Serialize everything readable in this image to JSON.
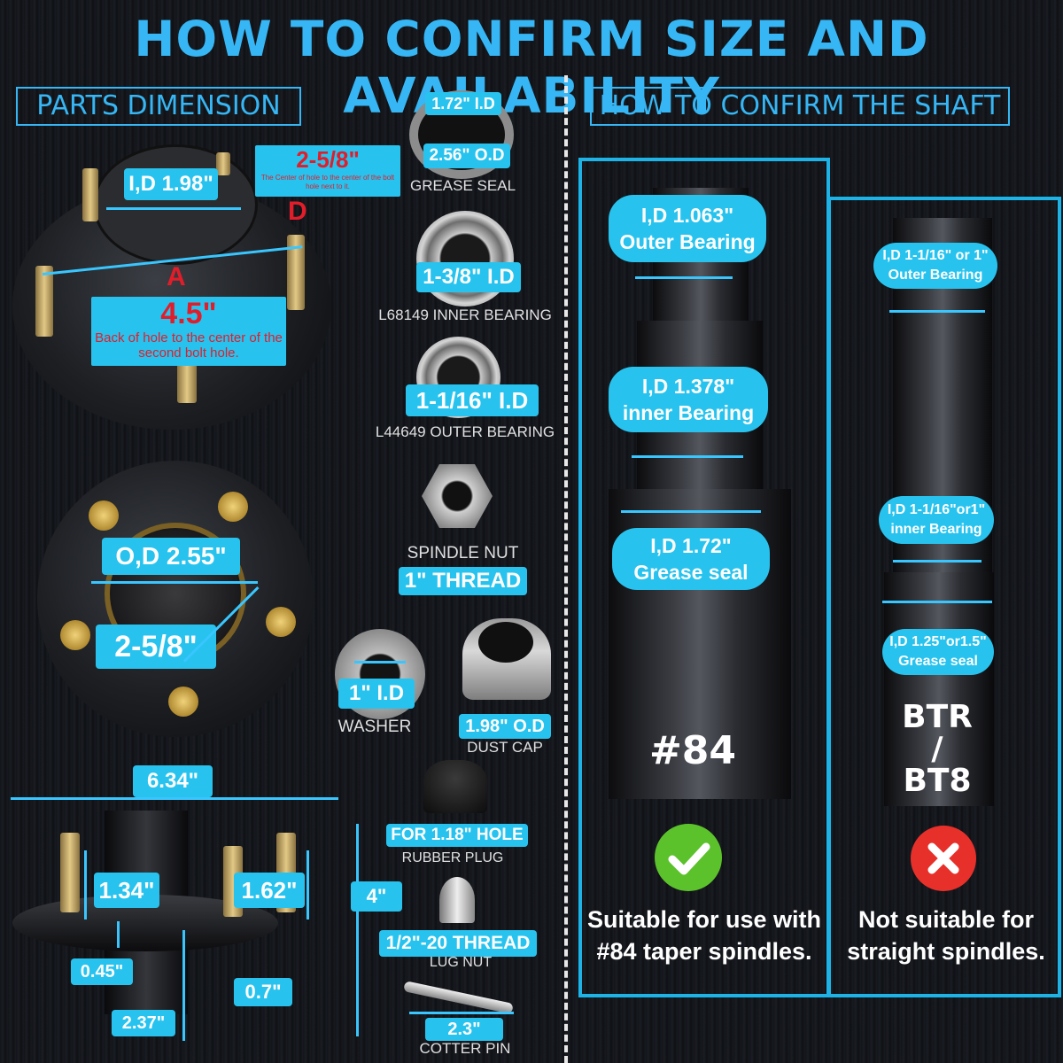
{
  "title": "HOW TO CONFIRM SIZE AND AVAILABILITY",
  "left": {
    "heading": "PARTS DIMENSION",
    "hub_top": {
      "id_label": "I,D 1.98\"",
      "bolt_label": "2-5/8\"",
      "bolt_note": "The Center of hole to the center of the bolt hole next to it.",
      "letter_d": "D",
      "letter_a": "A",
      "bolt_circle": "4.5\"",
      "bolt_circle_note": "Back of hole to the center of the second bolt hole."
    },
    "hub_back": {
      "od_label": "O,D 2.55\"",
      "bolt_label": "2-5/8\""
    },
    "hub_side": {
      "width": "6.34\"",
      "height": "4\"",
      "stud_left": "1.34\"",
      "stud_right": "1.62\"",
      "flange": "0.45\"",
      "offset": "0.7\"",
      "bottom": "2.37\""
    },
    "parts": [
      {
        "name": "GREASE SEAL",
        "dim1": "1.72\" I.D",
        "dim2": "2.56\" O.D"
      },
      {
        "name": "L68149 INNER BEARING",
        "dim1": "1-3/8\" I.D"
      },
      {
        "name": "L44649 OUTER BEARING",
        "dim1": "1-1/16\" I.D"
      },
      {
        "name": "SPINDLE NUT",
        "dim1": "1\" THREAD"
      },
      {
        "name": "WASHER",
        "dim1": "1\" I.D"
      },
      {
        "name": "DUST CAP",
        "dim1": "1.98\" O.D"
      },
      {
        "name": "RUBBER PLUG",
        "dim1": "FOR 1.18\" HOLE"
      },
      {
        "name": "LUG NUT",
        "dim1": "1/2\"-20 THREAD"
      },
      {
        "name": "COTTER PIN",
        "dim1": "2.3\""
      }
    ]
  },
  "right": {
    "heading": "HOW TO CONFIRM THE SHAFT",
    "shaft84": {
      "outer_l1": "I,D 1.063\"",
      "outer_l2": "Outer Bearing",
      "inner_l1": "I,D 1.378\"",
      "inner_l2": "inner Bearing",
      "seal_l1": "I,D 1.72\"",
      "seal_l2": "Grease seal",
      "label": "#84",
      "verdict_l1": "Suitable for use with",
      "verdict_l2": "#84 taper spindles.",
      "ok_color": "#5cc22c"
    },
    "shaftbt": {
      "outer_l1": "I,D 1-1/16\" or 1\"",
      "outer_l2": "Outer Bearing",
      "inner_l1": "I,D 1-1/16\"or1\"",
      "inner_l2": "inner Bearing",
      "seal_l1": "I,D 1.25\"or1.5\"",
      "seal_l2": "Grease seal",
      "label_l1": "BTR",
      "label_l2": "/",
      "label_l3": "BT8",
      "verdict_l1": "Not suitable for",
      "verdict_l2": "straight spindles.",
      "bad_color": "#e8302a"
    }
  }
}
